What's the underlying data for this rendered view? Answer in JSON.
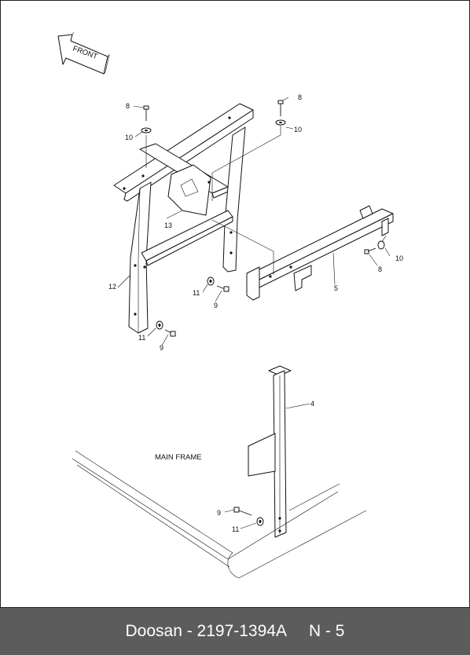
{
  "diagram": {
    "front_label": "FRONT",
    "main_frame_label": "MAIN FRAME",
    "callouts": {
      "c4": "4",
      "c5": "5",
      "c8a": "8",
      "c8b": "8",
      "c8c": "8",
      "c9a": "9",
      "c9b": "9",
      "c9c": "9",
      "c10a": "10",
      "c10b": "10",
      "c10c": "10",
      "c11a": "11",
      "c11b": "11",
      "c11c": "11",
      "c12": "12",
      "c13": "13"
    }
  },
  "footer": {
    "part_ref": "Doosan - 2197-1394A",
    "page_ref": "N - 5"
  }
}
